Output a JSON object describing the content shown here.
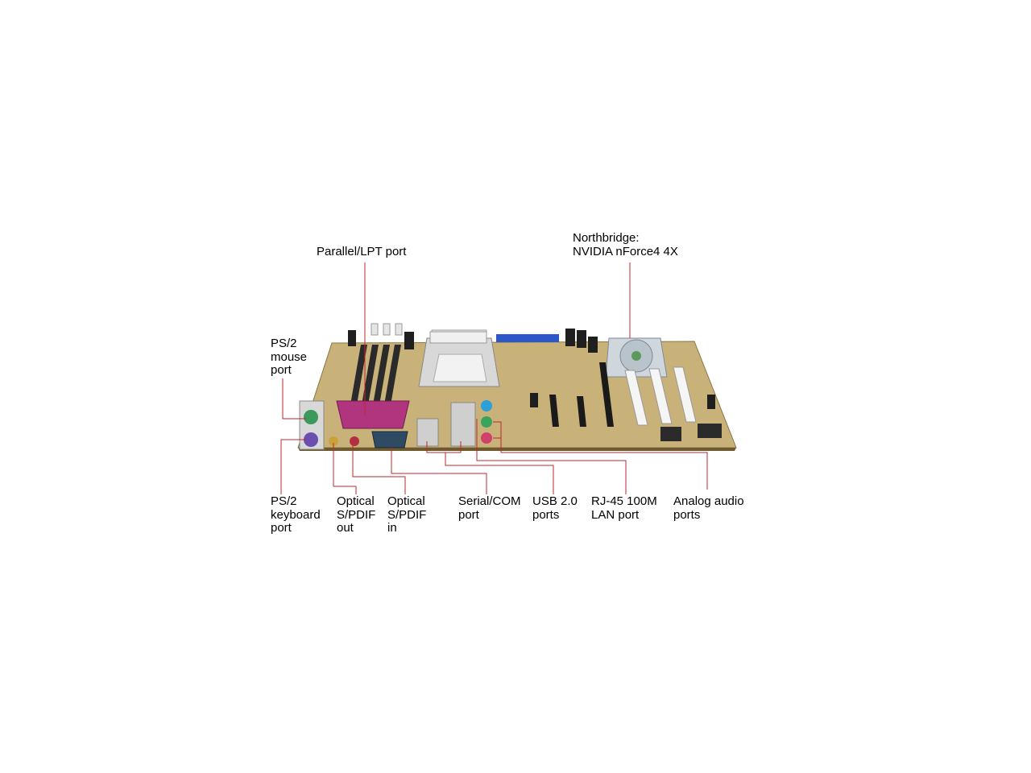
{
  "labels": {
    "parallel_port": "Parallel/LPT port",
    "northbridge": "Northbridge:\nNVIDIA nForce4 4X",
    "ps2_mouse": "PS/2\nmouse\nport",
    "ps2_keyboard": "PS/2\nkeyboard\nport",
    "optical_out": "Optical\nS/PDIF\nout",
    "optical_in": "Optical\nS/PDIF\nin",
    "serial_port": "Serial/COM\nport",
    "usb_ports": "USB 2.0\nports",
    "rj45_port": "RJ-45 100M\nLAN port",
    "analog_audio": "Analog audio\nports"
  },
  "colors": {
    "leader_line": "#c1272d",
    "pcb": "#c9b27a",
    "parallel_connector": "#b0357e",
    "ide_connector": "#2c57c8",
    "ps2_mouse": "#3b9a5a",
    "ps2_keyboard": "#6a4fb0",
    "audio_blue": "#2a9fd8",
    "audio_green": "#3aa55a",
    "audio_pink": "#d0406a"
  }
}
